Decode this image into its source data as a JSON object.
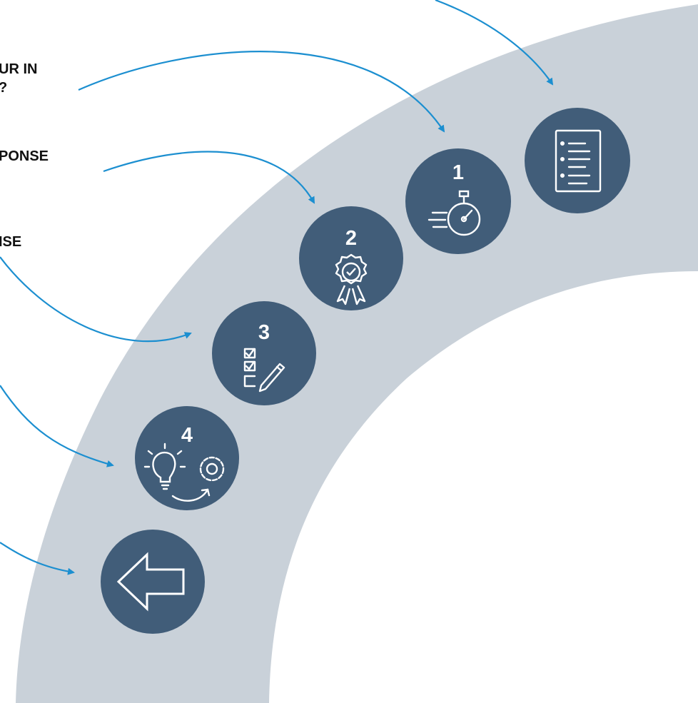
{
  "labels": {
    "question": "UR IN\n?",
    "response_a": "PONSE",
    "response_b": "ISE"
  },
  "steps": [
    {
      "number": "1",
      "icon": "stopwatch-icon"
    },
    {
      "number": "2",
      "icon": "award-badge-icon"
    },
    {
      "number": "3",
      "icon": "checklist-pen-icon"
    },
    {
      "number": "4",
      "icon": "lightbulb-gear-icon"
    }
  ],
  "document_node": {
    "icon": "document-list-icon"
  },
  "back_node": {
    "icon": "arrow-left-icon"
  },
  "colors": {
    "band": "#c9d1d9",
    "node": "#415d79",
    "connector": "#1c8fd0",
    "icon": "#ffffff"
  }
}
